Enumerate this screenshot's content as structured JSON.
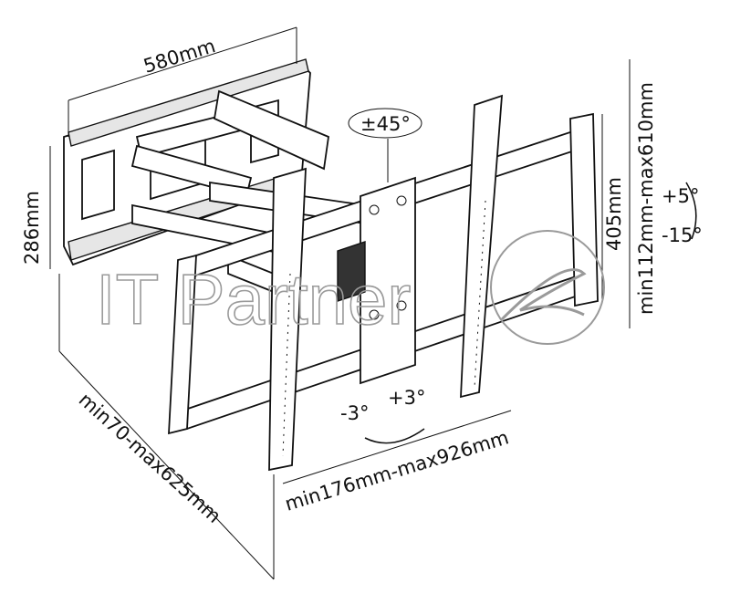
{
  "dimensions": {
    "wall_plate_width": "580mm",
    "wall_plate_height": "286mm",
    "swivel": "±45°",
    "tilt_up": "+5°",
    "tilt_down": "-15°",
    "vertical_bracket_spacing": "405mm",
    "vertical_mount_range": "min112mm-max610mm",
    "level_minus": "-3°",
    "level_plus": "+3°",
    "horizontal_mount_range": "min176mm-max926mm",
    "wall_distance": "min70-max625mm"
  },
  "watermark": "IT Partner"
}
